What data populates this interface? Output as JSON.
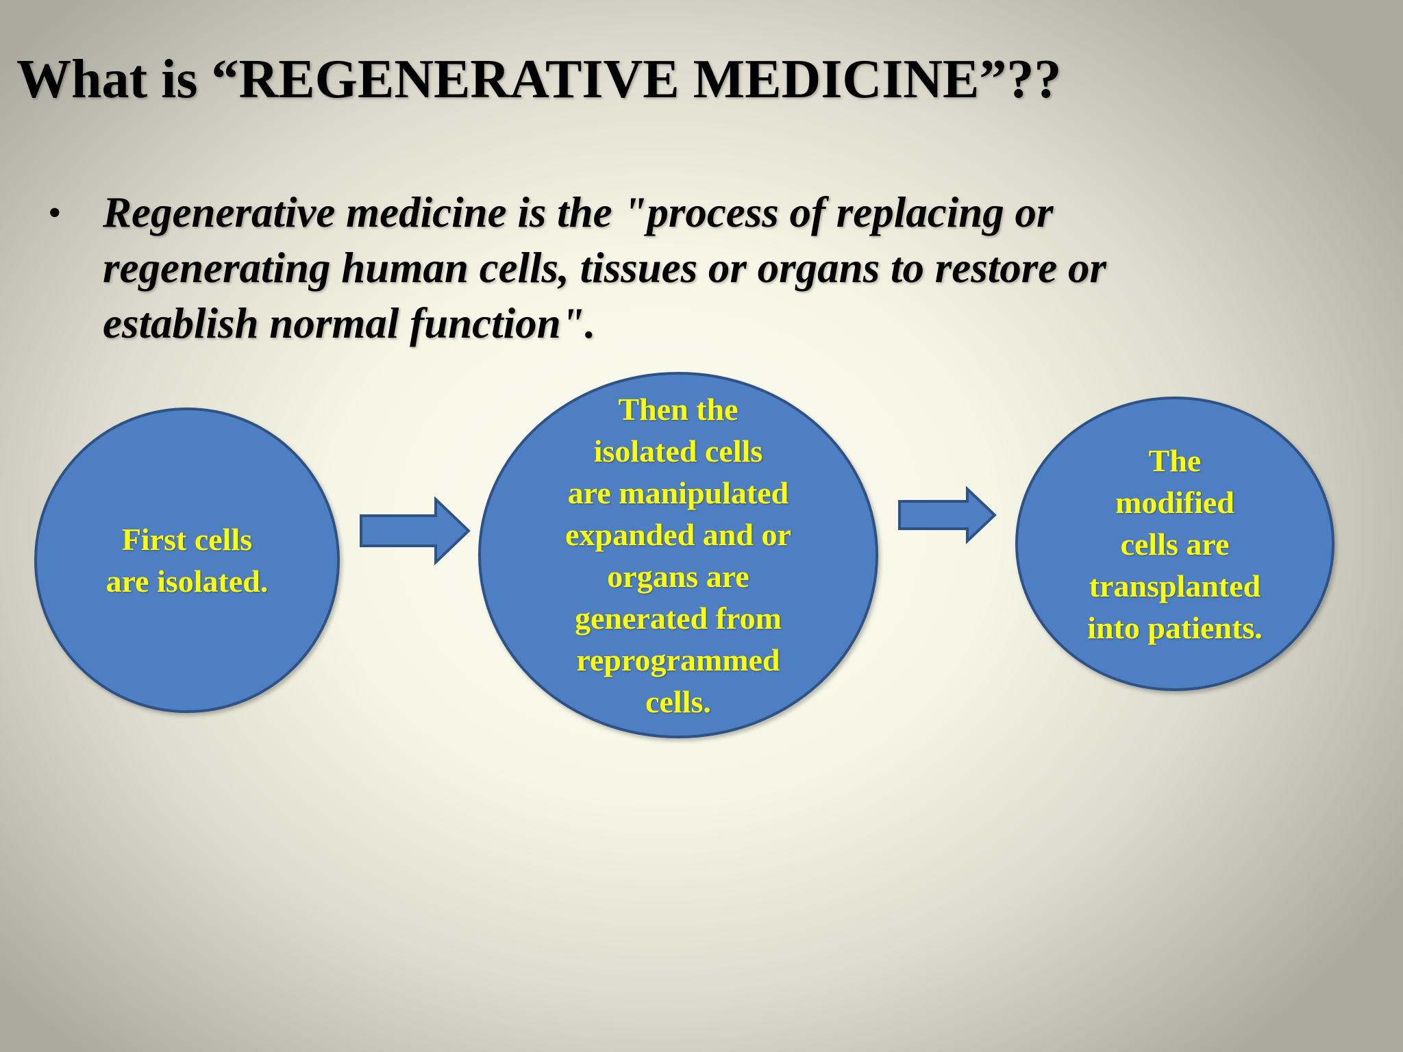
{
  "slide": {
    "title": "What is “REGENERATIVE MEDICINE”??",
    "bullet": {
      "marker": "•",
      "lines": [
        "Regenerative medicine is the \"process of replacing or",
        "regenerating human cells, tissues or organs to restore or",
        "establish normal function\"."
      ]
    }
  },
  "diagram": {
    "colors": {
      "node_fill": "#4f7fc3",
      "node_border": "#2f5285",
      "node_text": "#ffff00"
    },
    "nodes": [
      {
        "lines": [
          "First cells",
          "are isolated."
        ]
      },
      {
        "lines": [
          "Then the",
          "isolated cells",
          "are manipulated",
          "expanded and or",
          "organs are",
          "generated from",
          "reprogrammed",
          "cells."
        ]
      },
      {
        "lines": [
          "The",
          "modified",
          "cells are",
          "transplanted",
          "into patients."
        ]
      }
    ],
    "arrows": [
      {
        "from": 0,
        "to": 1,
        "icon": "right-arrow-icon"
      },
      {
        "from": 1,
        "to": 2,
        "icon": "right-arrow-icon"
      }
    ]
  }
}
